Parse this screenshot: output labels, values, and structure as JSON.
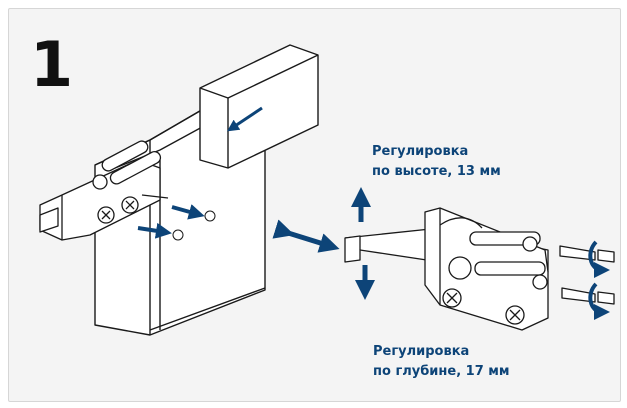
{
  "step": {
    "number": "1"
  },
  "labels": {
    "height": {
      "line1": "Регулировка",
      "line2": "по высоте, 13 мм"
    },
    "depth": {
      "line1": "Регулировка",
      "line2": "по глубине, 17 мм"
    }
  },
  "colors": {
    "accent": "#0d4478",
    "panel": "#f4f4f4",
    "line": "#1a1a1a"
  },
  "icons": [
    "push-arrow-icon",
    "bidirectional-arrow-icon",
    "up-arrow-icon",
    "down-arrow-icon",
    "screwdriver-icon",
    "rotate-arrow-icon"
  ]
}
